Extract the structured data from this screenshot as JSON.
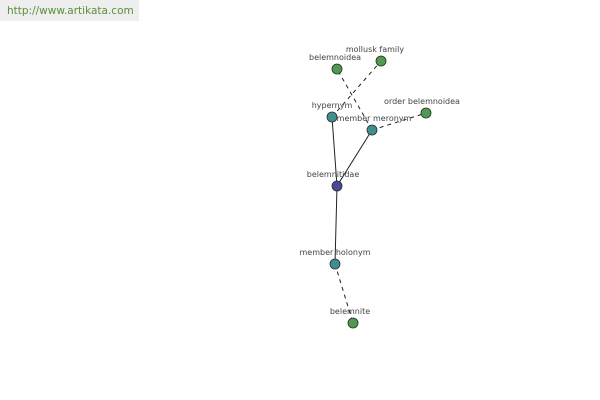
{
  "header": {
    "url": "http://www.artikata.com"
  },
  "colors": {
    "center_node": "#4a4a9a",
    "relation_node": "#3f8f8f",
    "leaf_node": "#4f9a4f",
    "edge": "#222222",
    "label": "#444444",
    "url_text": "#5a8f3a"
  },
  "graph": {
    "nodes": [
      {
        "id": "belemnitidae",
        "label": "belemnitidae",
        "kind": "center"
      },
      {
        "id": "hypernym",
        "label": "hypernym",
        "kind": "relation"
      },
      {
        "id": "member-meronym",
        "label": "member meronym",
        "kind": "relation"
      },
      {
        "id": "member-holonym",
        "label": "member holonym",
        "kind": "relation"
      },
      {
        "id": "belemnoidea",
        "label": "belemnoidea",
        "kind": "leaf"
      },
      {
        "id": "mollusk-family",
        "label": "mollusk family",
        "kind": "leaf"
      },
      {
        "id": "order-belemnoidea",
        "label": "order belemnoidea",
        "kind": "leaf"
      },
      {
        "id": "belemnite",
        "label": "belemnite",
        "kind": "leaf"
      }
    ],
    "edges": [
      {
        "from": "belemnitidae",
        "to": "hypernym",
        "style": "solid"
      },
      {
        "from": "belemnitidae",
        "to": "member-meronym",
        "style": "solid"
      },
      {
        "from": "belemnitidae",
        "to": "member-holonym",
        "style": "solid"
      },
      {
        "from": "hypernym",
        "to": "mollusk-family",
        "style": "dashed"
      },
      {
        "from": "member-meronym",
        "to": "belemnoidea",
        "style": "dashed"
      },
      {
        "from": "member-meronym",
        "to": "order-belemnoidea",
        "style": "dashed"
      },
      {
        "from": "member-holonym",
        "to": "belemnite",
        "style": "dashed"
      }
    ]
  }
}
